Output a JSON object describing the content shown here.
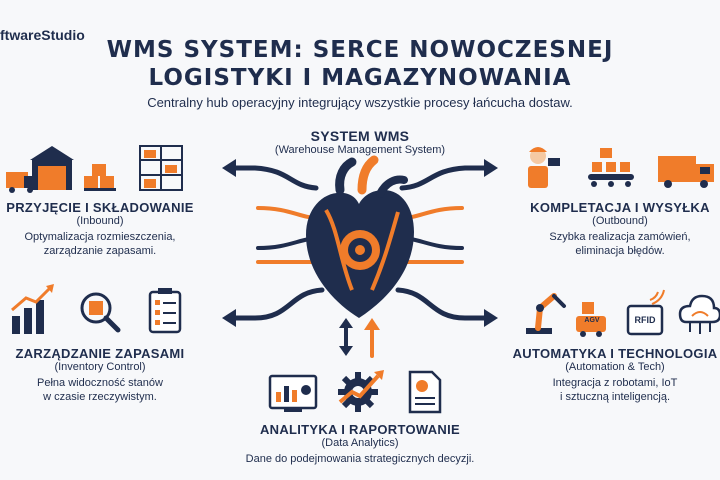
{
  "brand": "ftwareStudio",
  "title_line1": "WMS SYSTEM: SERCE NOWOCZESNEJ",
  "title_line2": "LOGISTYKI I MAGAZYNOWANIA",
  "subtitle": "Centralny hub operacyjny integrujący wszystkie procesy łańcucha dostaw.",
  "center": {
    "title": "SYSTEM WMS",
    "sub": "(Warehouse Management System)"
  },
  "inbound": {
    "title": "PRZYJĘCIE I SKŁADOWANIE",
    "sub": "(Inbound)",
    "desc1": "Optymalizacja rozmieszczenia,",
    "desc2": "zarządzanie zapasami."
  },
  "outbound": {
    "title": "KOMPLETACJA I WYSYŁKA",
    "sub": "(Outbound)",
    "desc1": "Szybka realizacja zamówień,",
    "desc2": "eliminacja błędów."
  },
  "inventory": {
    "title": "ZARZĄDZANIE ZAPASAMI",
    "sub": "(Inventory Control)",
    "desc1": "Pełna widoczność stanów",
    "desc2": "w czasie rzeczywistym."
  },
  "automation": {
    "title": "AUTOMATYKA I TECHNOLOGIA",
    "sub": "(Automation & Tech)",
    "desc1": "Integracja z robotami, IoT",
    "desc2": "i sztuczną inteligencją.",
    "agv_label": "AGV",
    "rfid_label": "RFID"
  },
  "analytics": {
    "title": "ANALITYKA I RAPORTOWANIE",
    "sub": "(Data Analytics)",
    "desc": "Dane do podejmowania strategicznych decyzji."
  },
  "colors": {
    "navy": "#1f2d4d",
    "orange": "#f07c2a",
    "bg": "#f7f8fa"
  }
}
